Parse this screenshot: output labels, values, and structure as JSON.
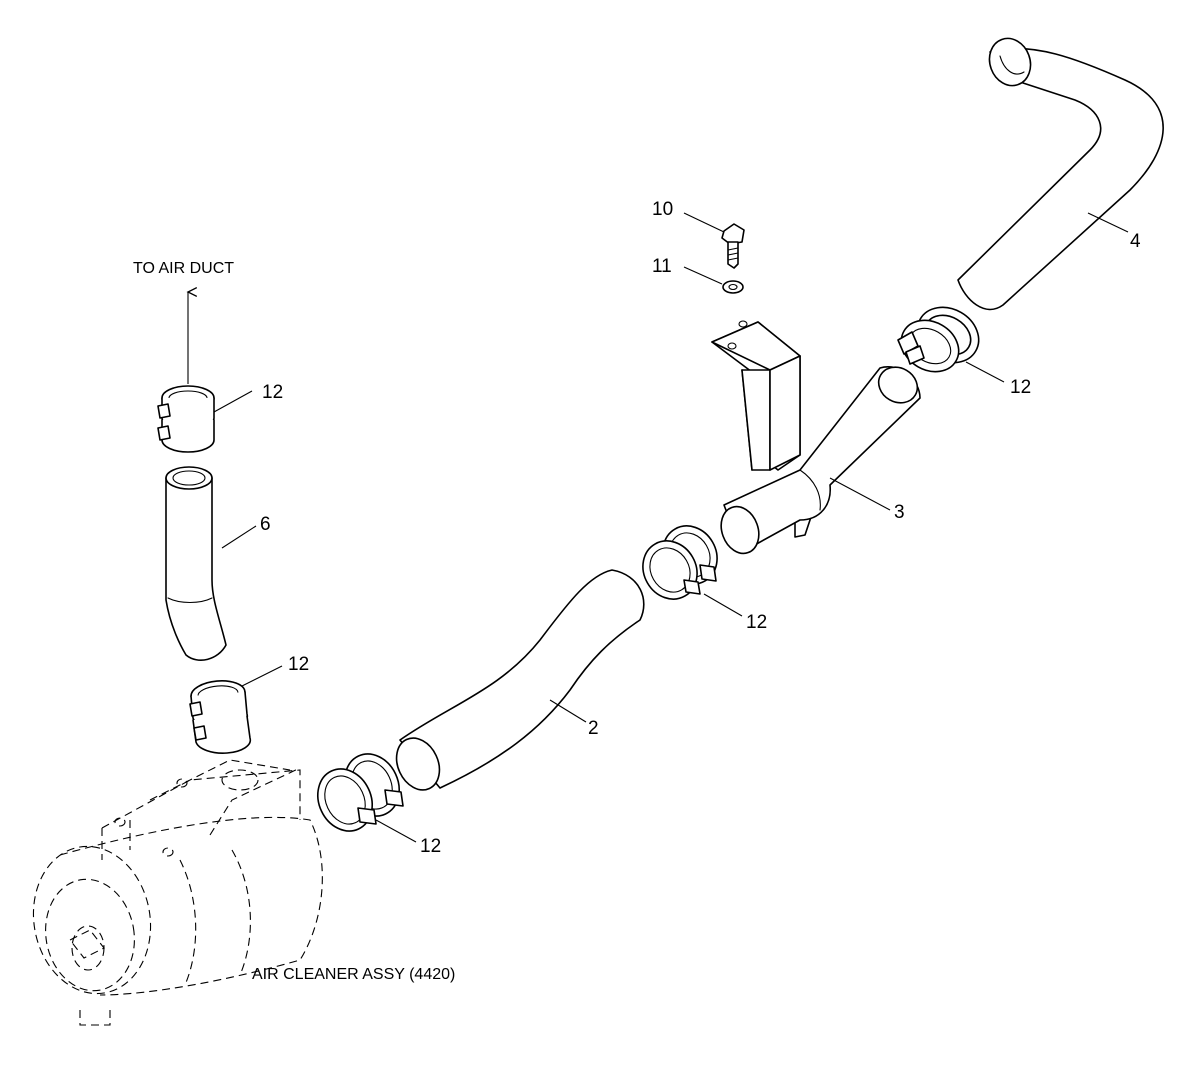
{
  "notes": {
    "to_air_duct": "TO AIR DUCT",
    "air_cleaner": "AIR CLEANER ASSY (4420)"
  },
  "callouts": {
    "c10": "10",
    "c11": "11",
    "c4": "4",
    "c12_top_left": "12",
    "c6": "6",
    "c12_right": "12",
    "c3": "3",
    "c12_mid": "12",
    "c12_left_lower": "12",
    "c2": "2",
    "c12_bottom": "12"
  },
  "colors": {
    "line": "#000000",
    "background": "#ffffff"
  }
}
